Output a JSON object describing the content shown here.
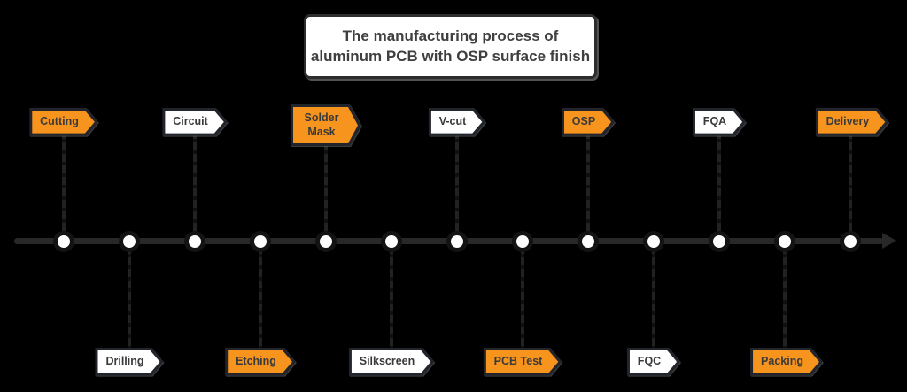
{
  "title": {
    "line1": "The manufacturing process of",
    "line2": "aluminum PCB with OSP surface finish"
  },
  "timeline": {
    "node_count": 13,
    "direction": "left-to-right"
  },
  "colors": {
    "background": "#000000",
    "accent_orange": "#F7941D",
    "sign_white": "#FFFFFF",
    "sign_border": "#22242C",
    "line": "#282828",
    "node_fill": "#FFFFFF",
    "node_ring": "#131313",
    "sign_text": "#3A3A3A",
    "title_text": "#3F3F3F"
  },
  "stages": [
    {
      "label": "Cutting",
      "side": "top",
      "style": "orange"
    },
    {
      "label": "Drilling",
      "side": "bottom",
      "style": "white"
    },
    {
      "label": "Circuit",
      "side": "top",
      "style": "white"
    },
    {
      "label": "Etching",
      "side": "bottom",
      "style": "orange"
    },
    {
      "label": "Solder Mask",
      "side": "top",
      "style": "orange"
    },
    {
      "label": "Silkscreen",
      "side": "bottom",
      "style": "white"
    },
    {
      "label": "V-cut",
      "side": "top",
      "style": "white"
    },
    {
      "label": "PCB Test",
      "side": "bottom",
      "style": "orange"
    },
    {
      "label": "OSP",
      "side": "top",
      "style": "orange"
    },
    {
      "label": "FQC",
      "side": "bottom",
      "style": "white"
    },
    {
      "label": "FQA",
      "side": "top",
      "style": "white"
    },
    {
      "label": "Packing",
      "side": "bottom",
      "style": "orange"
    },
    {
      "label": "Delivery",
      "side": "top",
      "style": "orange"
    }
  ]
}
